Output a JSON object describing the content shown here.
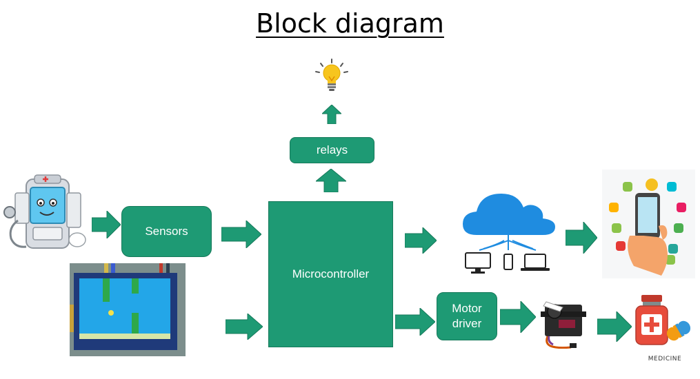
{
  "title": "Block diagram",
  "blocks": {
    "sensors": "Sensors",
    "microcontroller": "Microcontroller",
    "relays": "relays",
    "motor_driver_line1": "Motor",
    "motor_driver_line2": "driver"
  },
  "medicine_label": "MEDICINE",
  "colors": {
    "block_fill": "#1e9a74",
    "arrow_fill": "#1e9a74",
    "text": "#ffffff"
  },
  "icons": [
    "health-monitor-icon",
    "tft-display-icon",
    "light-bulb-icon",
    "cloud-network-icon",
    "smartphone-apps-icon",
    "servo-motor-icon",
    "medicine-icon"
  ]
}
